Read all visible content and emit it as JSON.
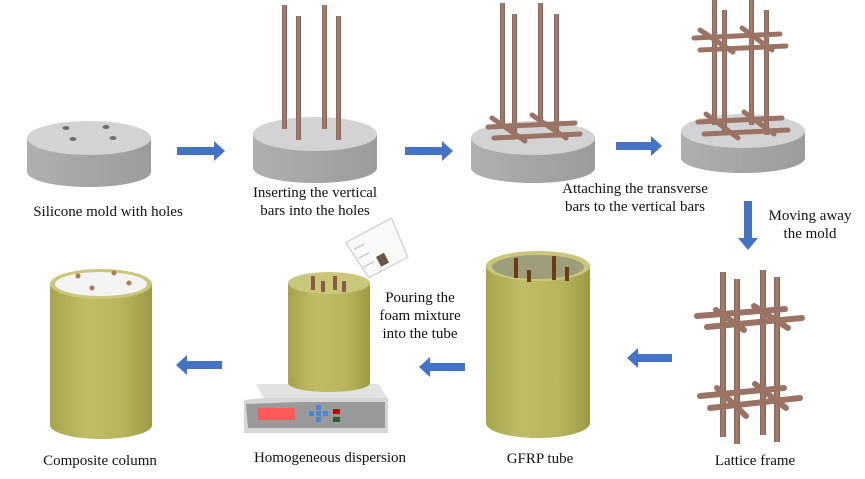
{
  "diagram": {
    "title": "Fabrication process of composite column",
    "steps": [
      {
        "id": "mold",
        "label": "Silicone mold with holes"
      },
      {
        "id": "insert",
        "label_lines": [
          "Inserting the vertical",
          "bars into the holes"
        ]
      },
      {
        "id": "attach",
        "label_lines": [
          "Attaching the transverse",
          "bars to the vertical bars"
        ]
      },
      {
        "id": "remove",
        "label_lines": [
          "Moving away",
          "the mold"
        ]
      },
      {
        "id": "lattice",
        "label": "Lattice frame"
      },
      {
        "id": "tube",
        "label": "GFRP tube"
      },
      {
        "id": "pour",
        "label_lines": [
          "Pouring the",
          "foam mixture",
          "into the tube"
        ]
      },
      {
        "id": "dispersion",
        "label": "Homogeneous dispersion"
      },
      {
        "id": "column",
        "label": "Composite column"
      }
    ],
    "flow": [
      {
        "from": "mold",
        "to": "insert",
        "direction": "right"
      },
      {
        "from": "insert",
        "to": "attach",
        "direction": "right"
      },
      {
        "from": "attach",
        "to": "mold-removal",
        "direction": "right"
      },
      {
        "from": "mold-removal",
        "to": "lattice",
        "direction": "down"
      },
      {
        "from": "lattice",
        "to": "tube",
        "direction": "left"
      },
      {
        "from": "tube",
        "to": "dispersion",
        "direction": "left"
      },
      {
        "from": "dispersion",
        "to": "column",
        "direction": "left"
      }
    ],
    "colors": {
      "arrow": "#4472c4",
      "mold_top": "#d0d0d0",
      "mold_side": "#a9a9a9",
      "bar": "#9a7365",
      "tube": "#b5b35c",
      "tube_dark": "#999844",
      "scale_display": "#ff5a5a",
      "scale_buttons": "#4a86d6",
      "scale_red": "#c00000",
      "scale_green": "#2e5d2e"
    }
  }
}
